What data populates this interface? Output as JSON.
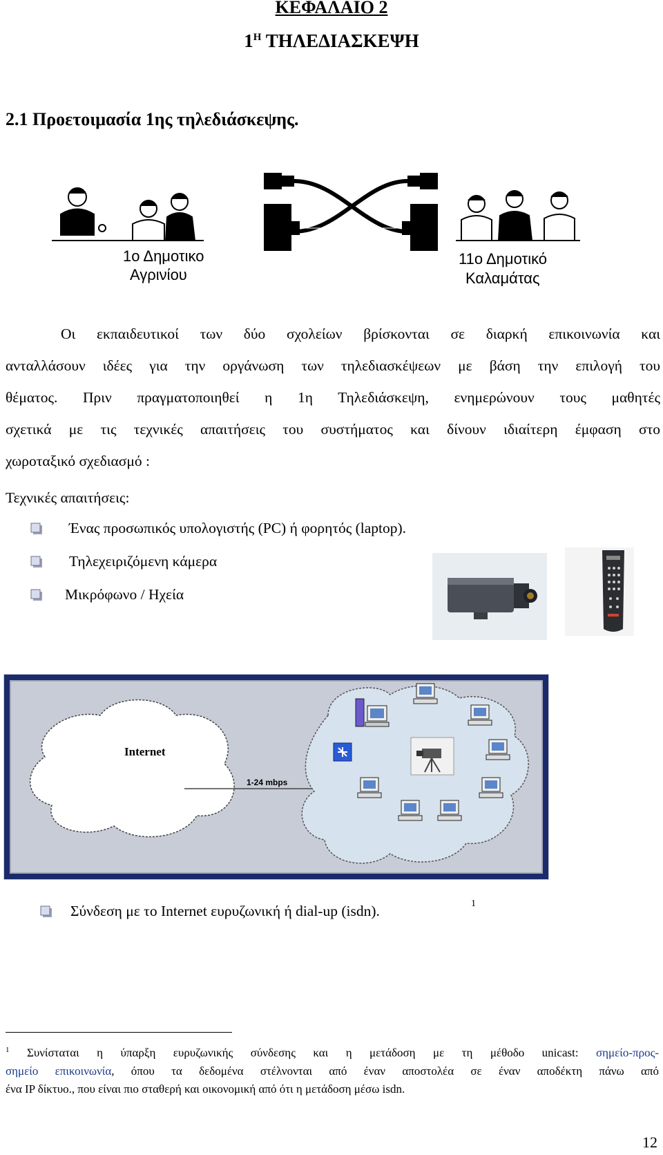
{
  "header": {
    "chapter": "ΚΕΦΑΛΑΙΟ 2",
    "title_num": "1",
    "title_sup": "Η",
    "title_text": "ΤΗΛΕΔΙΑΣΚΕΨΗ"
  },
  "section": {
    "heading": "2.1 Προετοιμασία 1ης τηλεδιάσκεψης."
  },
  "figure1": {
    "school_left_line1": "1ο Δημοτικο",
    "school_left_line2": "Αγρινίου",
    "school_right_line1": "11ο Δημοτικό",
    "school_right_line2": "Καλαμάτας"
  },
  "paragraph": {
    "lines": [
      "Οι εκπαιδευτικοί των δύο σχολείων βρίσκονται σε διαρκή επικοινωνία και",
      "ανταλλάσουν ιδέες για την οργάνωση των τηλεδιασκέψεων με βάση την επιλογή του",
      "θέματος. Πριν πραγματοποιηθεί η 1η Τηλεδιάσκεψη, ενημερώνουν τους μαθητές",
      "σχετικά με τις τεχνικές απαιτήσεις του συστήματος και δίνουν ιδιαίτερη έμφαση στο",
      "χωροταξικό σχεδιασμό :"
    ]
  },
  "requirements": {
    "label": "Τεχνικές απαιτήσεις:",
    "items": [
      "Ένας προσωπικός υπολογιστής (PC) ή φορητός (laptop).",
      "Τηλεχειριζόμενη κάμερα",
      "Μικρόφωνο / Ηχεία"
    ],
    "last_item": "Σύνδεση με το Internet ευρυζωνική ή dial-up (isdn).",
    "footnote_ref": "1"
  },
  "network_diagram": {
    "internet_label": "Internet",
    "bandwidth_label": "1-24 mbps"
  },
  "footnote": {
    "marker": "1",
    "line1_a": "Συνίσταται η ύπαρξη ευρυζωνικής σύνδεσης και η μετάδοση με τη μέθοδο unicast: ",
    "line1_link": "σημείο-προς-",
    "line2_link": "σημείο επικοινωνία",
    "line2_b": ", όπου τα δεδομένα στέλνονται από έναν αποστολέα σε έναν αποδέκτη πάνω από",
    "line3": "ένα IP δίκτυο., που είναι πιο σταθερή και οικονομική από ότι η μετάδοση μέσω isdn."
  },
  "page_number": "12",
  "colors": {
    "diagram_bg": "#c8ccd6",
    "cloud_fill": "#d6e2ee",
    "diagram_border": "#1b2a6b"
  }
}
